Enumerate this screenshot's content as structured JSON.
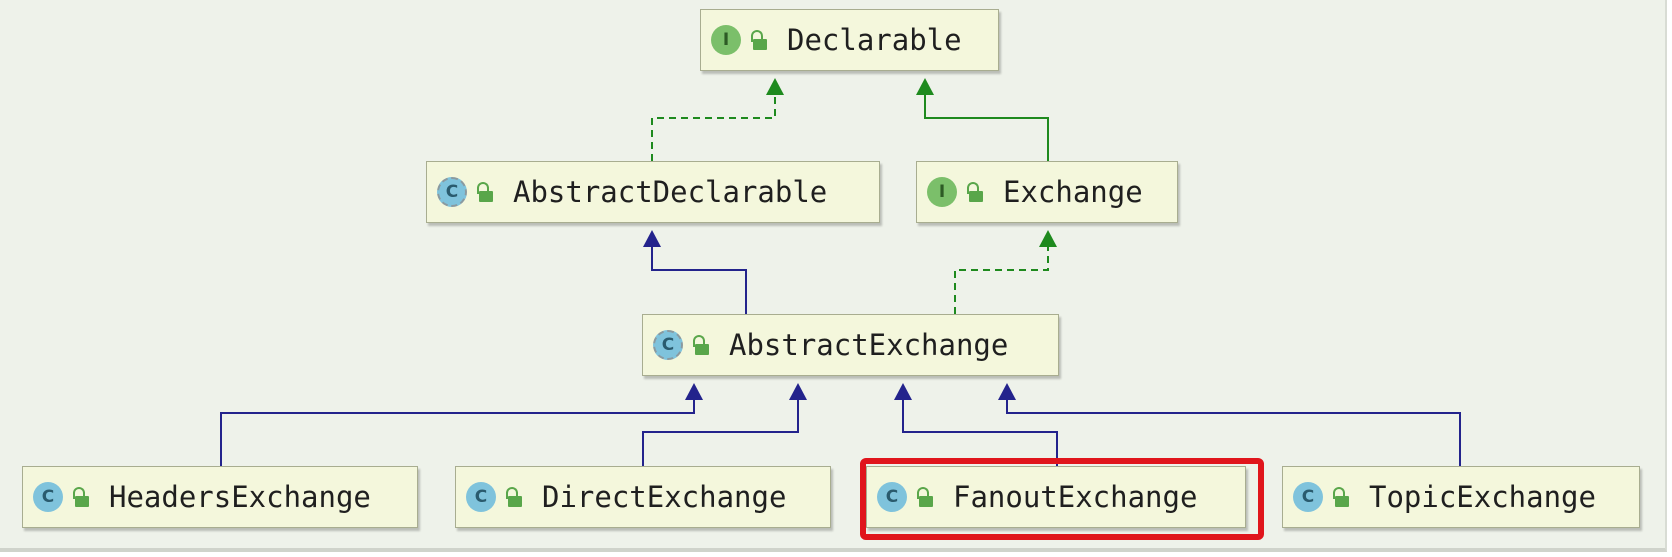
{
  "diagram": {
    "nodes": [
      {
        "id": "declarable",
        "name": "Declarable",
        "kind": "interface",
        "kind_letter": "I"
      },
      {
        "id": "abstract_declarable",
        "name": "AbstractDeclarable",
        "kind": "abstract",
        "kind_letter": "C"
      },
      {
        "id": "exchange",
        "name": "Exchange",
        "kind": "interface",
        "kind_letter": "I"
      },
      {
        "id": "abstract_exchange",
        "name": "AbstractExchange",
        "kind": "abstract",
        "kind_letter": "C"
      },
      {
        "id": "headers_exchange",
        "name": "HeadersExchange",
        "kind": "class",
        "kind_letter": "C"
      },
      {
        "id": "direct_exchange",
        "name": "DirectExchange",
        "kind": "class",
        "kind_letter": "C"
      },
      {
        "id": "fanout_exchange",
        "name": "FanoutExchange",
        "kind": "class",
        "kind_letter": "C"
      },
      {
        "id": "topic_exchange",
        "name": "TopicExchange",
        "kind": "class",
        "kind_letter": "C"
      }
    ],
    "edges": [
      {
        "from": "abstract_declarable",
        "to": "declarable",
        "relation": "implements"
      },
      {
        "from": "exchange",
        "to": "declarable",
        "relation": "extends-interface"
      },
      {
        "from": "abstract_exchange",
        "to": "abstract_declarable",
        "relation": "extends"
      },
      {
        "from": "abstract_exchange",
        "to": "exchange",
        "relation": "implements"
      },
      {
        "from": "headers_exchange",
        "to": "abstract_exchange",
        "relation": "extends"
      },
      {
        "from": "direct_exchange",
        "to": "abstract_exchange",
        "relation": "extends"
      },
      {
        "from": "fanout_exchange",
        "to": "abstract_exchange",
        "relation": "extends"
      },
      {
        "from": "topic_exchange",
        "to": "abstract_exchange",
        "relation": "extends"
      }
    ],
    "highlighted_node": "fanout_exchange"
  },
  "colors": {
    "implements": "#1e8a1e",
    "extends-interface": "#1e8a1e",
    "extends": "#23238c",
    "highlight": "#e0151c",
    "node_fill": "#f4f7dc",
    "background": "#eef2ea"
  },
  "icons": {
    "interface": "interface-icon",
    "class": "class-icon",
    "abstract": "abstract-class-icon",
    "visibility": "public-unlock-icon"
  }
}
